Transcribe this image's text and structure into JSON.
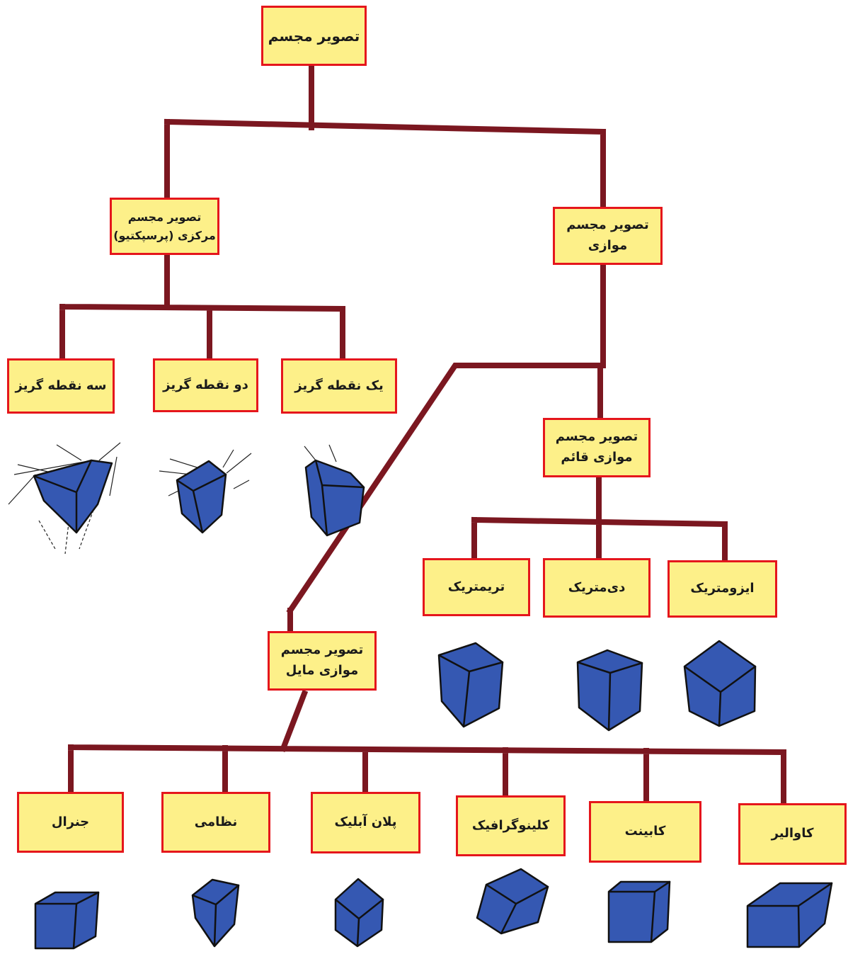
{
  "colors": {
    "connector": "#7b1720",
    "box_fill": "#fdf089",
    "box_border": "#e5161c",
    "cube_face": "#3558b2",
    "cube_edge": "#111111"
  },
  "nodes": {
    "root": {
      "line1": "تصویر مجسم"
    },
    "perspective": {
      "line1": "تصویر مجسم",
      "line2": "مرکزی (پرسپکتیو)"
    },
    "parallel": {
      "line1": "تصویر مجسم",
      "line2": "موازی"
    },
    "three_point": {
      "line1": "سه نقطه گریز"
    },
    "two_point": {
      "line1": "دو نقطه گریز"
    },
    "one_point": {
      "line1": "یک نقطه گریز"
    },
    "orthogonal": {
      "line1": "تصویر مجسم",
      "line2": "موازی قائم"
    },
    "trimetric": {
      "line1": "تریمتریک"
    },
    "dimetric": {
      "line1": "دی‌متریک"
    },
    "isometric": {
      "line1": "ایزومتریک"
    },
    "oblique": {
      "line1": "تصویر مجسم",
      "line2": "موازی مایل"
    },
    "general": {
      "line1": "جنرال"
    },
    "military": {
      "line1": "نظامی"
    },
    "planometric": {
      "line1": "پلان آبلیک"
    },
    "clinographic": {
      "line1": "کلینوگرافیک"
    },
    "cabinet": {
      "line1": "کابینت"
    },
    "cavalier": {
      "line1": "کاوالیر"
    }
  },
  "cube_icons": [
    "three-point-perspective-cube",
    "two-point-perspective-cube",
    "one-point-perspective-cube",
    "trimetric-cube",
    "dimetric-cube",
    "isometric-cube",
    "general-oblique-cube",
    "military-oblique-cube",
    "planometric-oblique-cube",
    "clinographic-cube",
    "cabinet-oblique-cube",
    "cavalier-oblique-cube"
  ]
}
